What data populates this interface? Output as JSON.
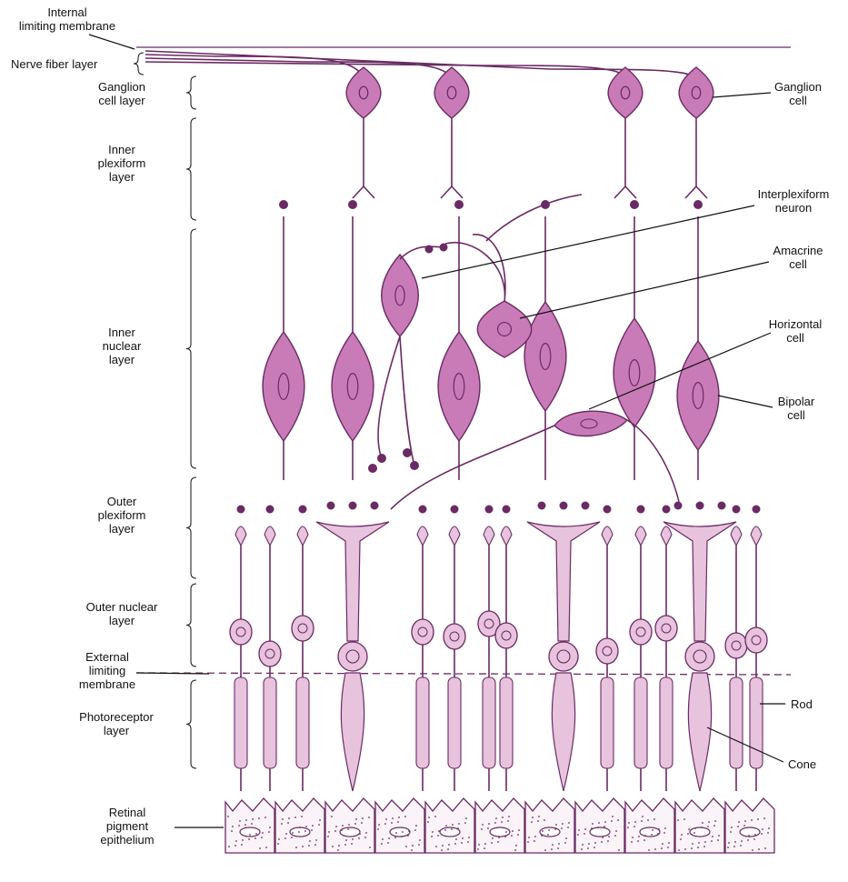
{
  "colors": {
    "cell_fill": "#c97bb8",
    "cell_stroke": "#6a2a63",
    "photoreceptor_fill": "#e8c3de",
    "epithelium_stipple": "#6a2a63",
    "text": "#111111"
  },
  "layers": [
    {
      "label": "Internal\nlimiting membrane"
    },
    {
      "label": "Nerve fiber layer"
    },
    {
      "label": "Ganglion\ncell layer"
    },
    {
      "label": "Inner\nplexiform\nlayer"
    },
    {
      "label": "Inner\nnuclear\nlayer"
    },
    {
      "label": "Outer\nplexiform\nlayer"
    },
    {
      "label": "Outer nuclear\nlayer"
    },
    {
      "label": "External\nlimiting\nmembrane"
    },
    {
      "label": "Photoreceptor\nlayer"
    },
    {
      "label": "Retinal\npigment\nepithelium"
    }
  ],
  "cell_labels": [
    {
      "label": "Ganglion\ncell"
    },
    {
      "label": "Interplexiform\nneuron"
    },
    {
      "label": "Amacrine\ncell"
    },
    {
      "label": "Horizontal\ncell"
    },
    {
      "label": "Bipolar\ncell"
    },
    {
      "label": "Rod"
    },
    {
      "label": "Cone"
    }
  ]
}
